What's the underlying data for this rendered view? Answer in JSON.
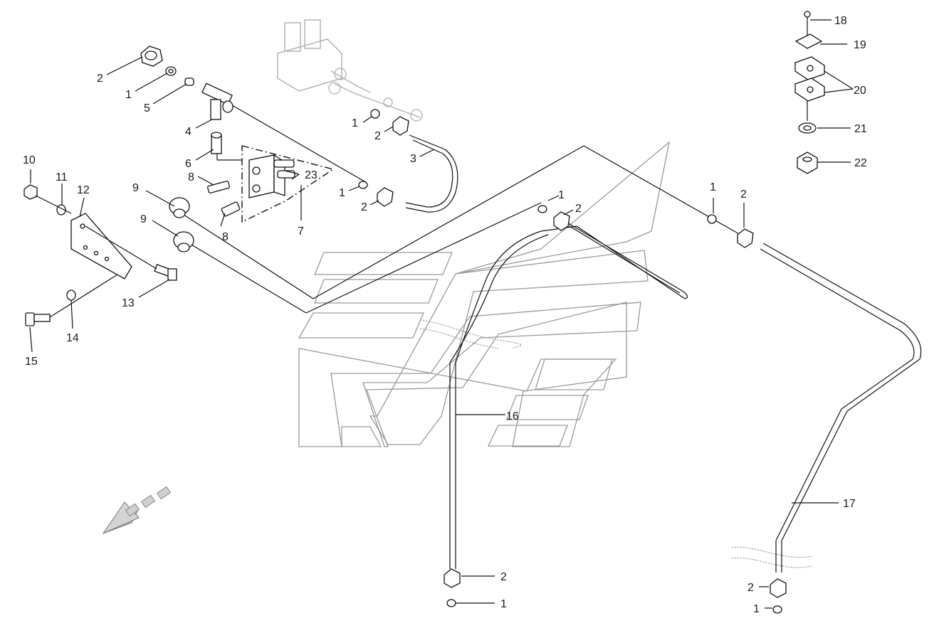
{
  "callouts": [
    {
      "id": "c2a",
      "label": "2"
    },
    {
      "id": "c1a",
      "label": "1"
    },
    {
      "id": "c5",
      "label": "5"
    },
    {
      "id": "c4",
      "label": "4"
    },
    {
      "id": "c6",
      "label": "6"
    },
    {
      "id": "c8a",
      "label": "8"
    },
    {
      "id": "c8b",
      "label": "8"
    },
    {
      "id": "c9a",
      "label": "9"
    },
    {
      "id": "c9b",
      "label": "9"
    },
    {
      "id": "c23",
      "label": "23"
    },
    {
      "id": "c7",
      "label": "7"
    },
    {
      "id": "c1b",
      "label": "1"
    },
    {
      "id": "c2b",
      "label": "2"
    },
    {
      "id": "c3",
      "label": "3"
    },
    {
      "id": "c1c",
      "label": "1"
    },
    {
      "id": "c2c",
      "label": "2"
    },
    {
      "id": "c1d",
      "label": "1"
    },
    {
      "id": "c2d",
      "label": "2"
    },
    {
      "id": "c1e",
      "label": "1"
    },
    {
      "id": "c2e",
      "label": "2"
    },
    {
      "id": "c10",
      "label": "10"
    },
    {
      "id": "c11",
      "label": "11"
    },
    {
      "id": "c12",
      "label": "12"
    },
    {
      "id": "c13",
      "label": "13"
    },
    {
      "id": "c14",
      "label": "14"
    },
    {
      "id": "c15",
      "label": "15"
    },
    {
      "id": "c16",
      "label": "16"
    },
    {
      "id": "c17",
      "label": "17"
    },
    {
      "id": "c18",
      "label": "18"
    },
    {
      "id": "c19",
      "label": "19"
    },
    {
      "id": "c20",
      "label": "20"
    },
    {
      "id": "c21",
      "label": "21"
    },
    {
      "id": "c22",
      "label": "22"
    },
    {
      "id": "c2f",
      "label": "2"
    },
    {
      "id": "c1f",
      "label": "1"
    },
    {
      "id": "c2g",
      "label": "2"
    },
    {
      "id": "c1g",
      "label": "1"
    }
  ]
}
